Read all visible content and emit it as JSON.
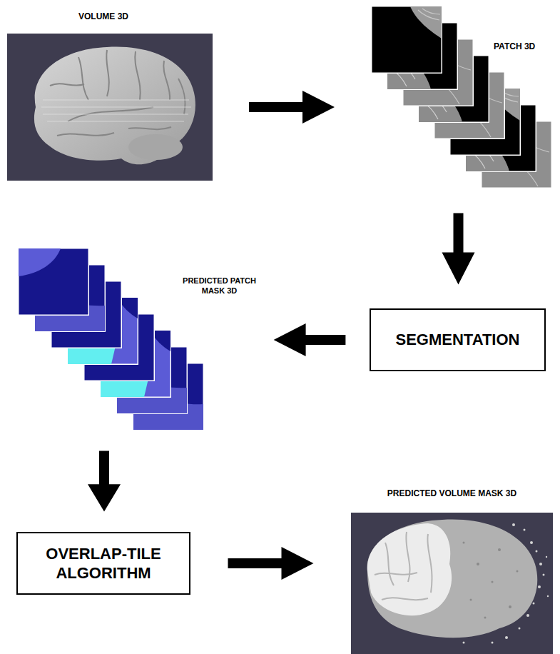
{
  "diagram": {
    "nodes": [
      {
        "text": [
          "VOLUME 3D"
        ]
      },
      {
        "text": [
          "PATCH 3D"
        ]
      },
      {
        "text": [
          "SEGMENTATION"
        ]
      },
      {
        "text": [
          "PREDICTED PATCH MASK 3D"
        ]
      },
      {
        "text": [
          "OVERLAP-TILE ALGORITHM"
        ]
      },
      {
        "text": [
          "PREDICTED VOLUME MASK 3D"
        ]
      }
    ],
    "edges": [
      {
        "from": 0,
        "to": 1,
        "arrow": "to"
      },
      {
        "from": 1,
        "to": 2,
        "arrow": "to"
      },
      {
        "from": 2,
        "to": 3,
        "arrow": "to"
      },
      {
        "from": 3,
        "to": 4,
        "arrow": "to"
      },
      {
        "from": 4,
        "to": 5,
        "arrow": "to"
      }
    ]
  }
}
